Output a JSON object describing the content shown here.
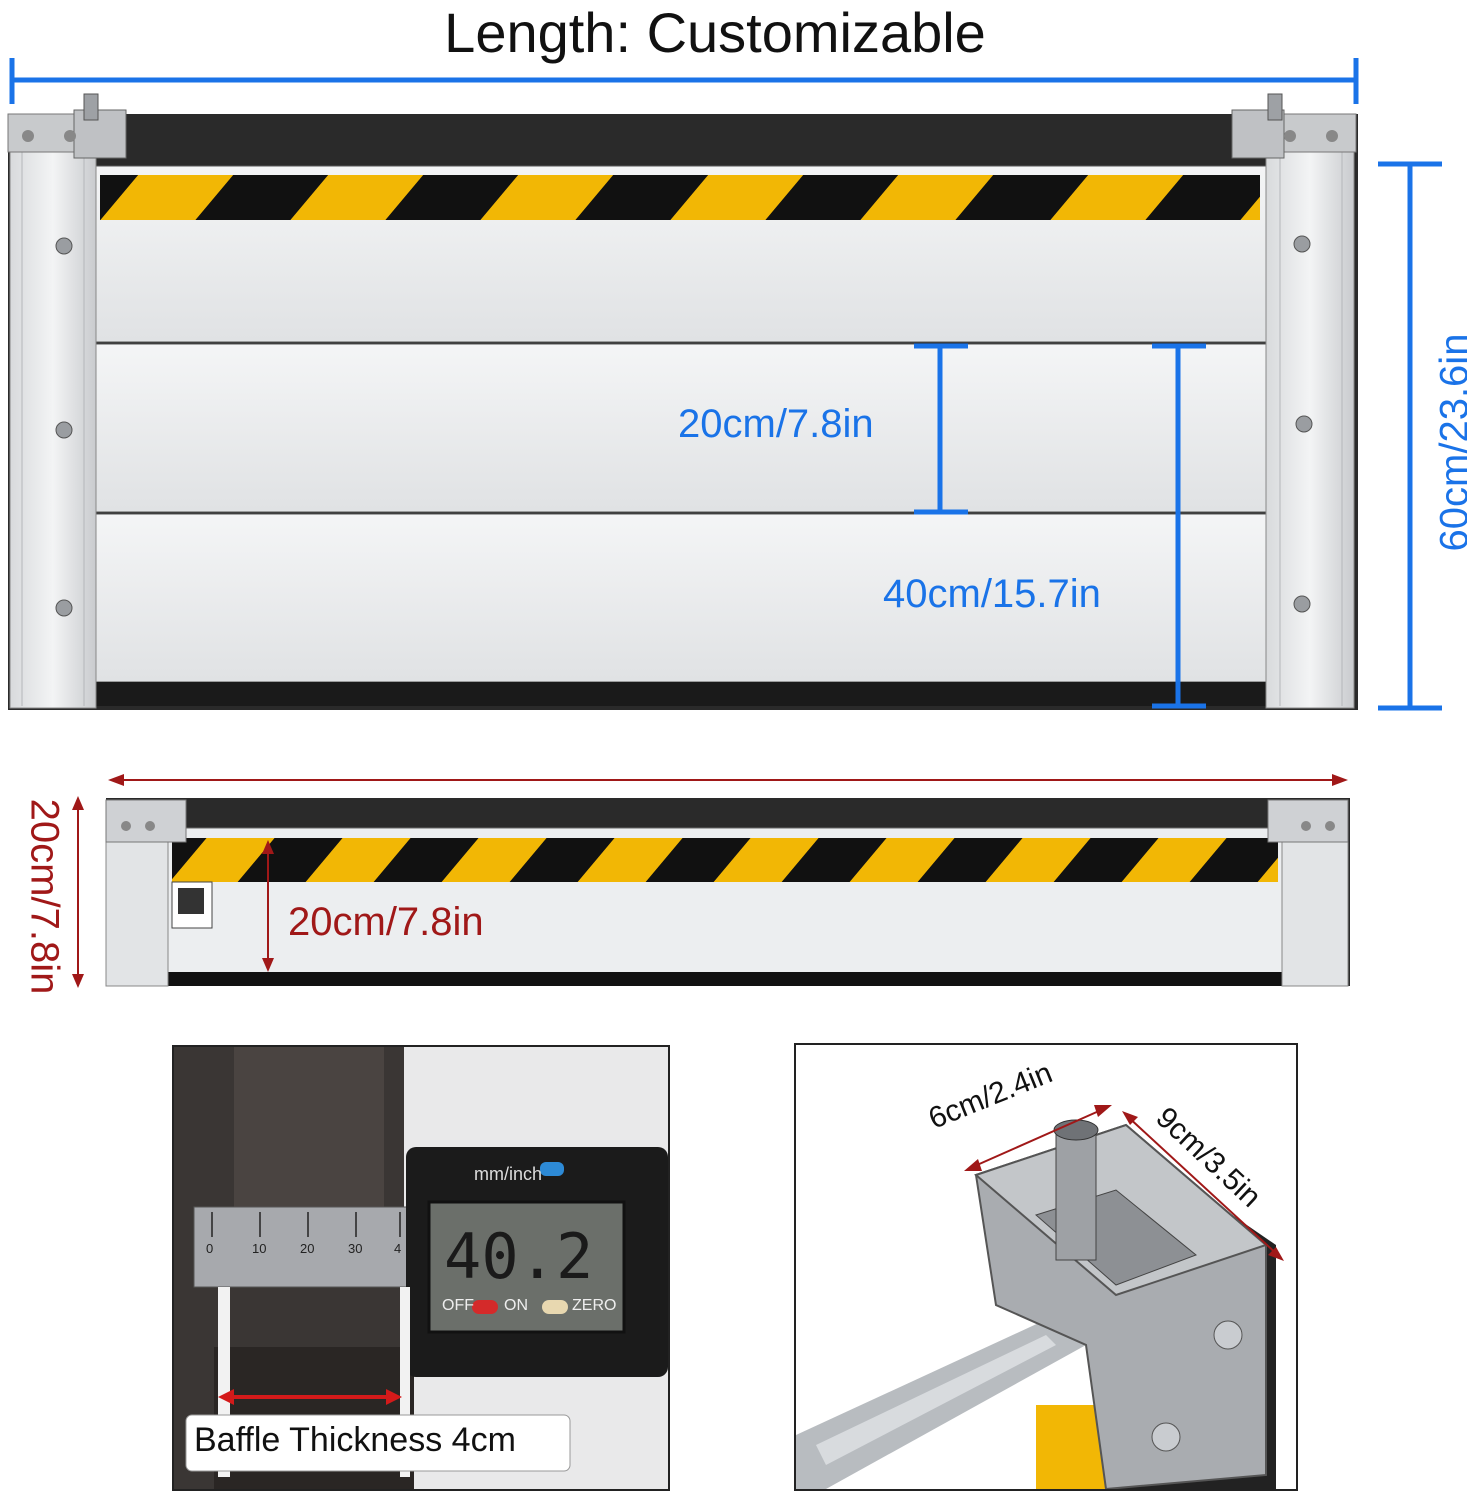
{
  "title": "Length: Customizable",
  "main_panel": {
    "height_label": "60cm/23.6in",
    "one_board_label": "20cm/7.8in",
    "two_board_label": "40cm/15.7in"
  },
  "single_board": {
    "height_label_left": "20cm/7.8in",
    "height_label_inner": "20cm/7.8in"
  },
  "caliper_photo": {
    "display_reading": "40.2",
    "unit_button": "mm/inch",
    "off_on": "OFF",
    "on": "ON",
    "zero": "ZERO",
    "scale_ticks": [
      "0",
      "10",
      "20",
      "30",
      "4"
    ],
    "caption": "Baffle Thickness 4cm"
  },
  "bracket_photo": {
    "width_label": "6cm/2.4in",
    "depth_label": "9cm/3.5in"
  },
  "colors": {
    "dimension_blue": "#1a73e8",
    "dimension_red": "#a01818",
    "stripe_yellow": "#f2b705",
    "stripe_black": "#111111",
    "aluminum": "#e6e8ea"
  }
}
